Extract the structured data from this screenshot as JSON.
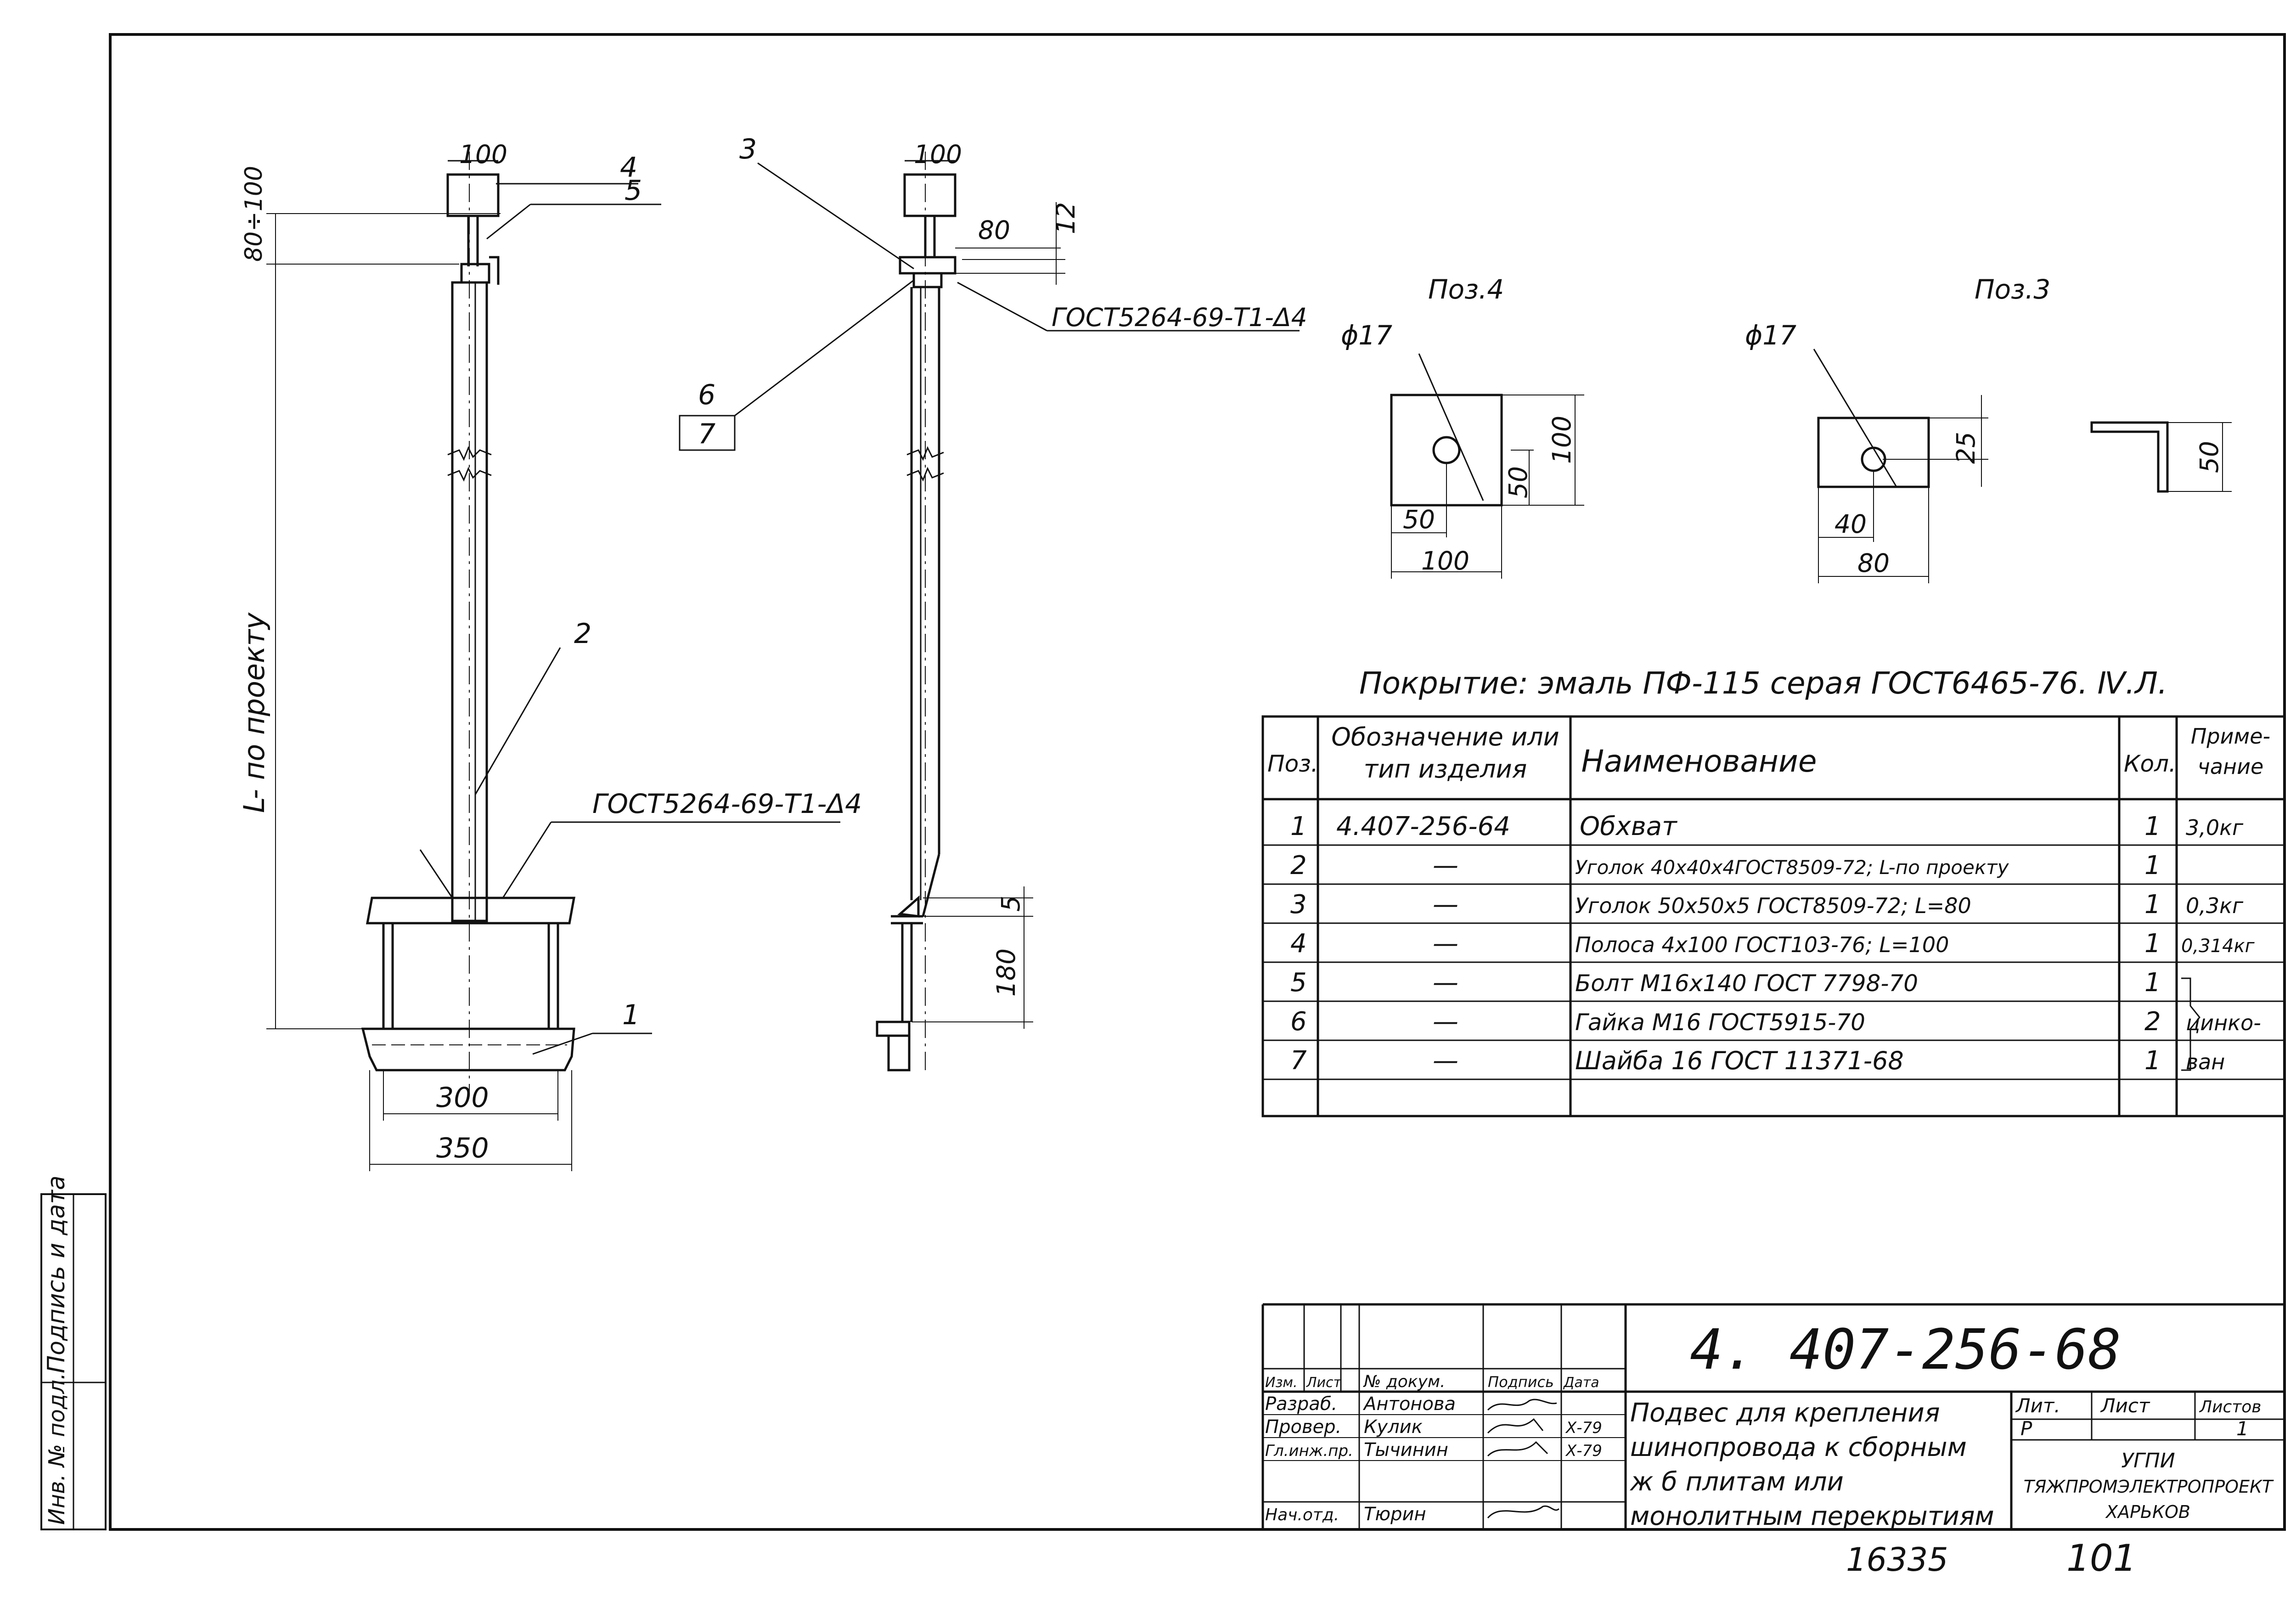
{
  "dims": {
    "w100_left": "100",
    "w80_100": "80÷100",
    "item4": "4",
    "item5": "5",
    "l_project": "L- по проекту",
    "item2": "2",
    "weld_left": "ГОСТ5264-69-Т1-Δ4",
    "item1": "1",
    "w300": "300",
    "w350": "350",
    "item3": "3",
    "w100_mid": "100",
    "w80": "80",
    "w12": "12",
    "weld_mid": "ГОСТ5264-69-Т1-Δ4",
    "item6": "6",
    "item7": "7",
    "w5": "5",
    "w180": "180"
  },
  "details": {
    "pos4_label": "Поз.4",
    "pos4_dia": "ϕ17",
    "pos4_w50": "50",
    "pos4_w100": "100",
    "pos4_h50": "50",
    "pos4_h100": "100",
    "pos3_label": "Поз.3",
    "pos3_dia": "ϕ17",
    "pos3_w40": "40",
    "pos3_w80": "80",
    "pos3_h25": "25",
    "pos3_side": "50"
  },
  "coating": "Покрытие: эмаль ПФ-115 серая ГОСТ6465-76. Ⅳ.Л.",
  "spec": {
    "headers": [
      "Поз.",
      "Обозначение или тип изделия",
      "Наименование",
      "Кол.",
      "Приме-чание"
    ],
    "rows": [
      {
        "pos": "1",
        "code": "4.407-256-64",
        "name": "Обхват",
        "qty": "1",
        "note": "3,0кг"
      },
      {
        "pos": "2",
        "code": "—",
        "name": "Уголок 40х40х4ГОСТ8509-72; L-по проекту",
        "qty": "1",
        "note": ""
      },
      {
        "pos": "3",
        "code": "—",
        "name": "Уголок 50х50х5 ГОСТ8509-72; L=80",
        "qty": "1",
        "note": "0,3кг"
      },
      {
        "pos": "4",
        "code": "—",
        "name": "Полоса 4х100 ГОСТ103-76; L=100",
        "qty": "1",
        "note": "0,314кг"
      },
      {
        "pos": "5",
        "code": "—",
        "name": "Болт М16х140 ГОСТ 7798-70",
        "qty": "1",
        "note": ""
      },
      {
        "pos": "6",
        "code": "—",
        "name": "Гайка М16 ГОСТ5915-70",
        "qty": "2",
        "note": "цинко-"
      },
      {
        "pos": "7",
        "code": "—",
        "name": "Шайба 16 ГОСТ 11371-68",
        "qty": "1",
        "note": "ван"
      }
    ]
  },
  "stamp": {
    "doc_number": "4. 407-256-68",
    "col_headers": [
      "Изм.",
      "Лист",
      "№ докум.",
      "Подпись",
      "Дата"
    ],
    "people": [
      {
        "role": "Разраб.",
        "name": "Антонова",
        "date": ""
      },
      {
        "role": "Провер.",
        "name": "Кулик",
        "date": "Х-79"
      },
      {
        "role": "Гл.инж.пр.",
        "name": "Тычинин",
        "date": "Х-79"
      },
      {
        "role": "Нач.отд.",
        "name": "Тюрин",
        "date": ""
      }
    ],
    "title_lines": [
      "Подвес для крепления",
      "шинопровода к сборным",
      "ж б плитам или",
      "монолитным перекрытиям"
    ],
    "lit_label": "Лит.",
    "sheet_label": "Лист",
    "sheets_label": "Листов",
    "lit_value": "Р",
    "sheets_value": "1",
    "org_lines": [
      "УГПИ",
      "ТЯЖПРОМЭЛЕКТРОПРОЕКТ",
      "ХАРЬКОВ"
    ]
  },
  "side_stamp": {
    "label_sign": "Подпись и дата",
    "label_inv": "Инв. № подл."
  },
  "footer": {
    "archive_no": "16335",
    "page_no": "101"
  }
}
